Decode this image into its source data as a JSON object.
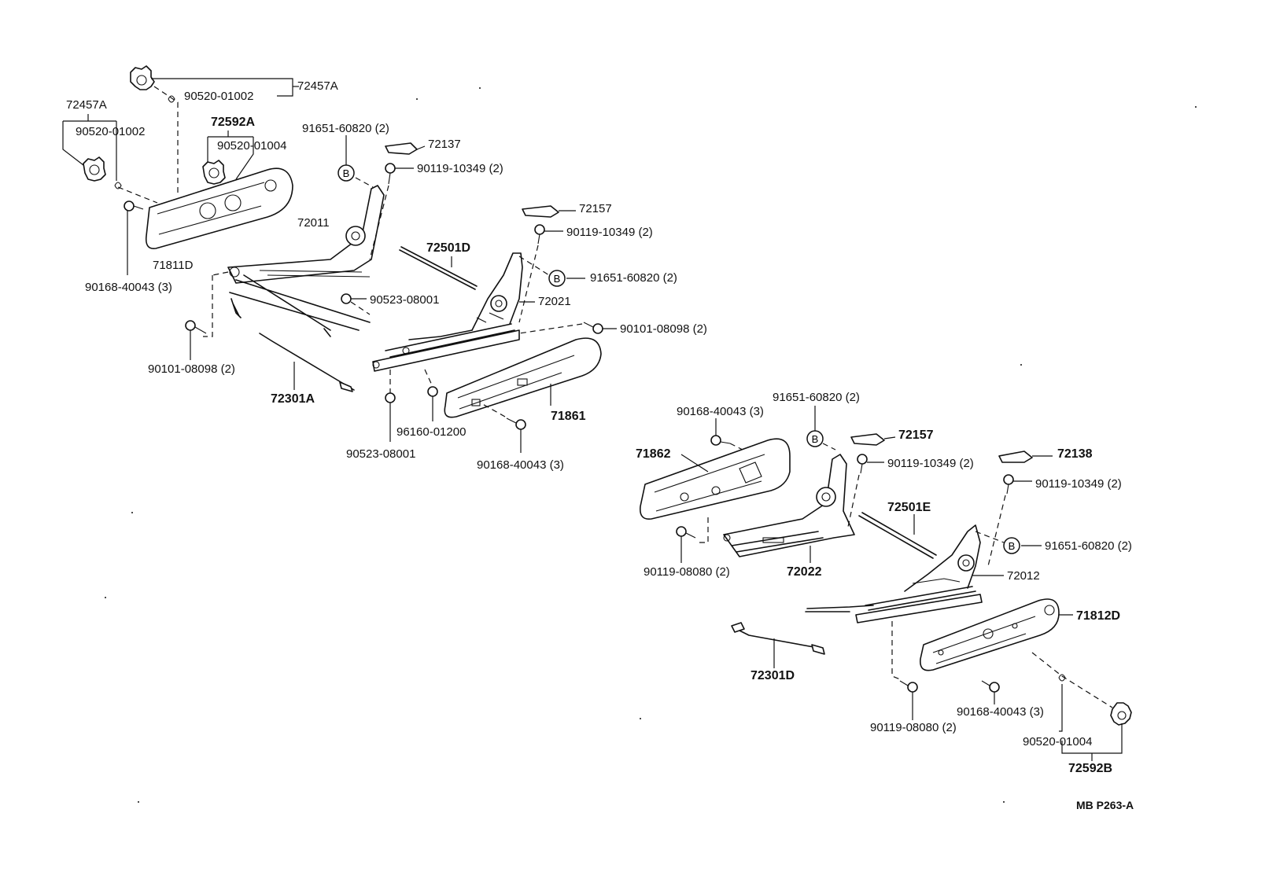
{
  "diagram": {
    "drawing_code": "MB P263-A",
    "ref_symbol": "B",
    "labels": {
      "l01": "72457A",
      "l02": "90520-01002",
      "l03": "72457A",
      "l04": "90520-01002",
      "l05": "72592A",
      "l06": "90520-01004",
      "l07": "91651-60820 (2)",
      "l08": "72137",
      "l09": "90119-10349 (2)",
      "l10": "72011",
      "l11": "71811D",
      "l12": "90168-40043 (3)",
      "l13": "72157",
      "l14": "90119-10349 (2)",
      "l15": "72501D",
      "l16": "91651-60820 (2)",
      "l17": "90523-08001",
      "l18": "72021",
      "l19": "90101-08098 (2)",
      "l20": "90101-08098 (2)",
      "l21": "72301A",
      "l22": "71861",
      "l23": "96160-01200",
      "l24": "90523-08001",
      "l25": "90168-40043 (3)",
      "l26": "91651-60820 (2)",
      "l27": "90168-40043 (3)",
      "l28": "72157",
      "l29": "72138",
      "l30": "71862",
      "l31": "90119-10349 (2)",
      "l32": "90119-10349 (2)",
      "l33": "72501E",
      "l34": "91651-60820 (2)",
      "l35": "90119-08080 (2)",
      "l36": "72022",
      "l37": "72012",
      "l38": "71812D",
      "l39": "72301D",
      "l40": "90168-40043 (3)",
      "l41": "90119-08080 (2)",
      "l42": "90520-01004",
      "l43": "72592B"
    }
  }
}
